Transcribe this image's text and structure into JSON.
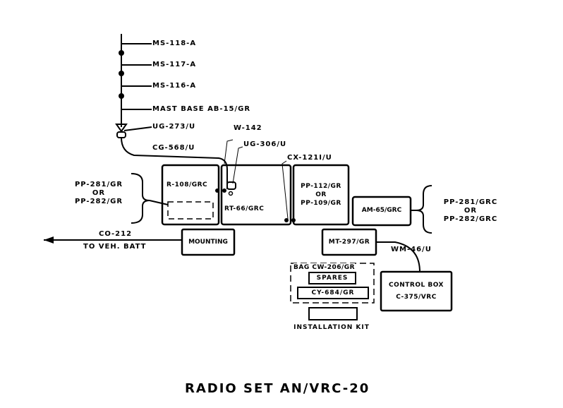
{
  "title": "RADIO SET AN/VRC-20",
  "antenna": {
    "items": [
      "MS-118-A",
      "MS-117-A",
      "MS-116-A",
      "MAST BASE AB-15/GR"
    ],
    "connector": "UG-273/U",
    "cable": "CG-568/U"
  },
  "cables": {
    "w142": "W-142",
    "ug306": "UG-306/U",
    "cx121": "CX-121I/U",
    "co212": "CO-212",
    "co212_note": "TO VEH. BATT",
    "wm46": "WM-46/U"
  },
  "units": {
    "receiver": "R-108/GRC",
    "transceiver": "RT-66/GRC",
    "power_supply": {
      "line1": "PP-112/GR",
      "line2": "OR",
      "line3": "PP-109/GR"
    },
    "amplifier": "AM-65/GRC",
    "mounting": "MOUNTING",
    "mount": "MT-297/GR",
    "control_box": {
      "line1": "CONTROL BOX",
      "line2": "C-375/VRC"
    }
  },
  "left_power_option": {
    "line1": "PP-281/GR",
    "line2": "OR",
    "line3": "PP-282/GR"
  },
  "right_power_option": {
    "line1": "PP-281/GRC",
    "line2": "OR",
    "line3": "PP-282/GRC"
  },
  "bag": {
    "label": "BAG CW-206/GR",
    "spares": "SPARES",
    "cy": "CY-684/GR"
  },
  "installation_kit": "INSTALLATION KIT"
}
